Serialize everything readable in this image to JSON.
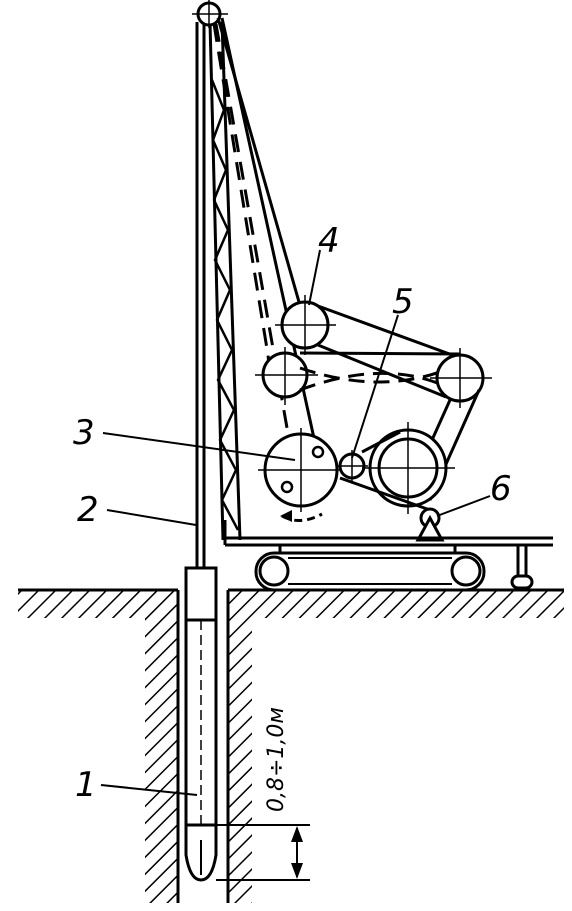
{
  "labels": {
    "casing": "1",
    "rod": "2",
    "drum": "3",
    "top_pulley": "4",
    "small_pulley": "5",
    "pivot": "6"
  },
  "dimension": "0,8÷1,0м",
  "colors": {
    "ink": "#000000",
    "paper": "#ffffff"
  }
}
